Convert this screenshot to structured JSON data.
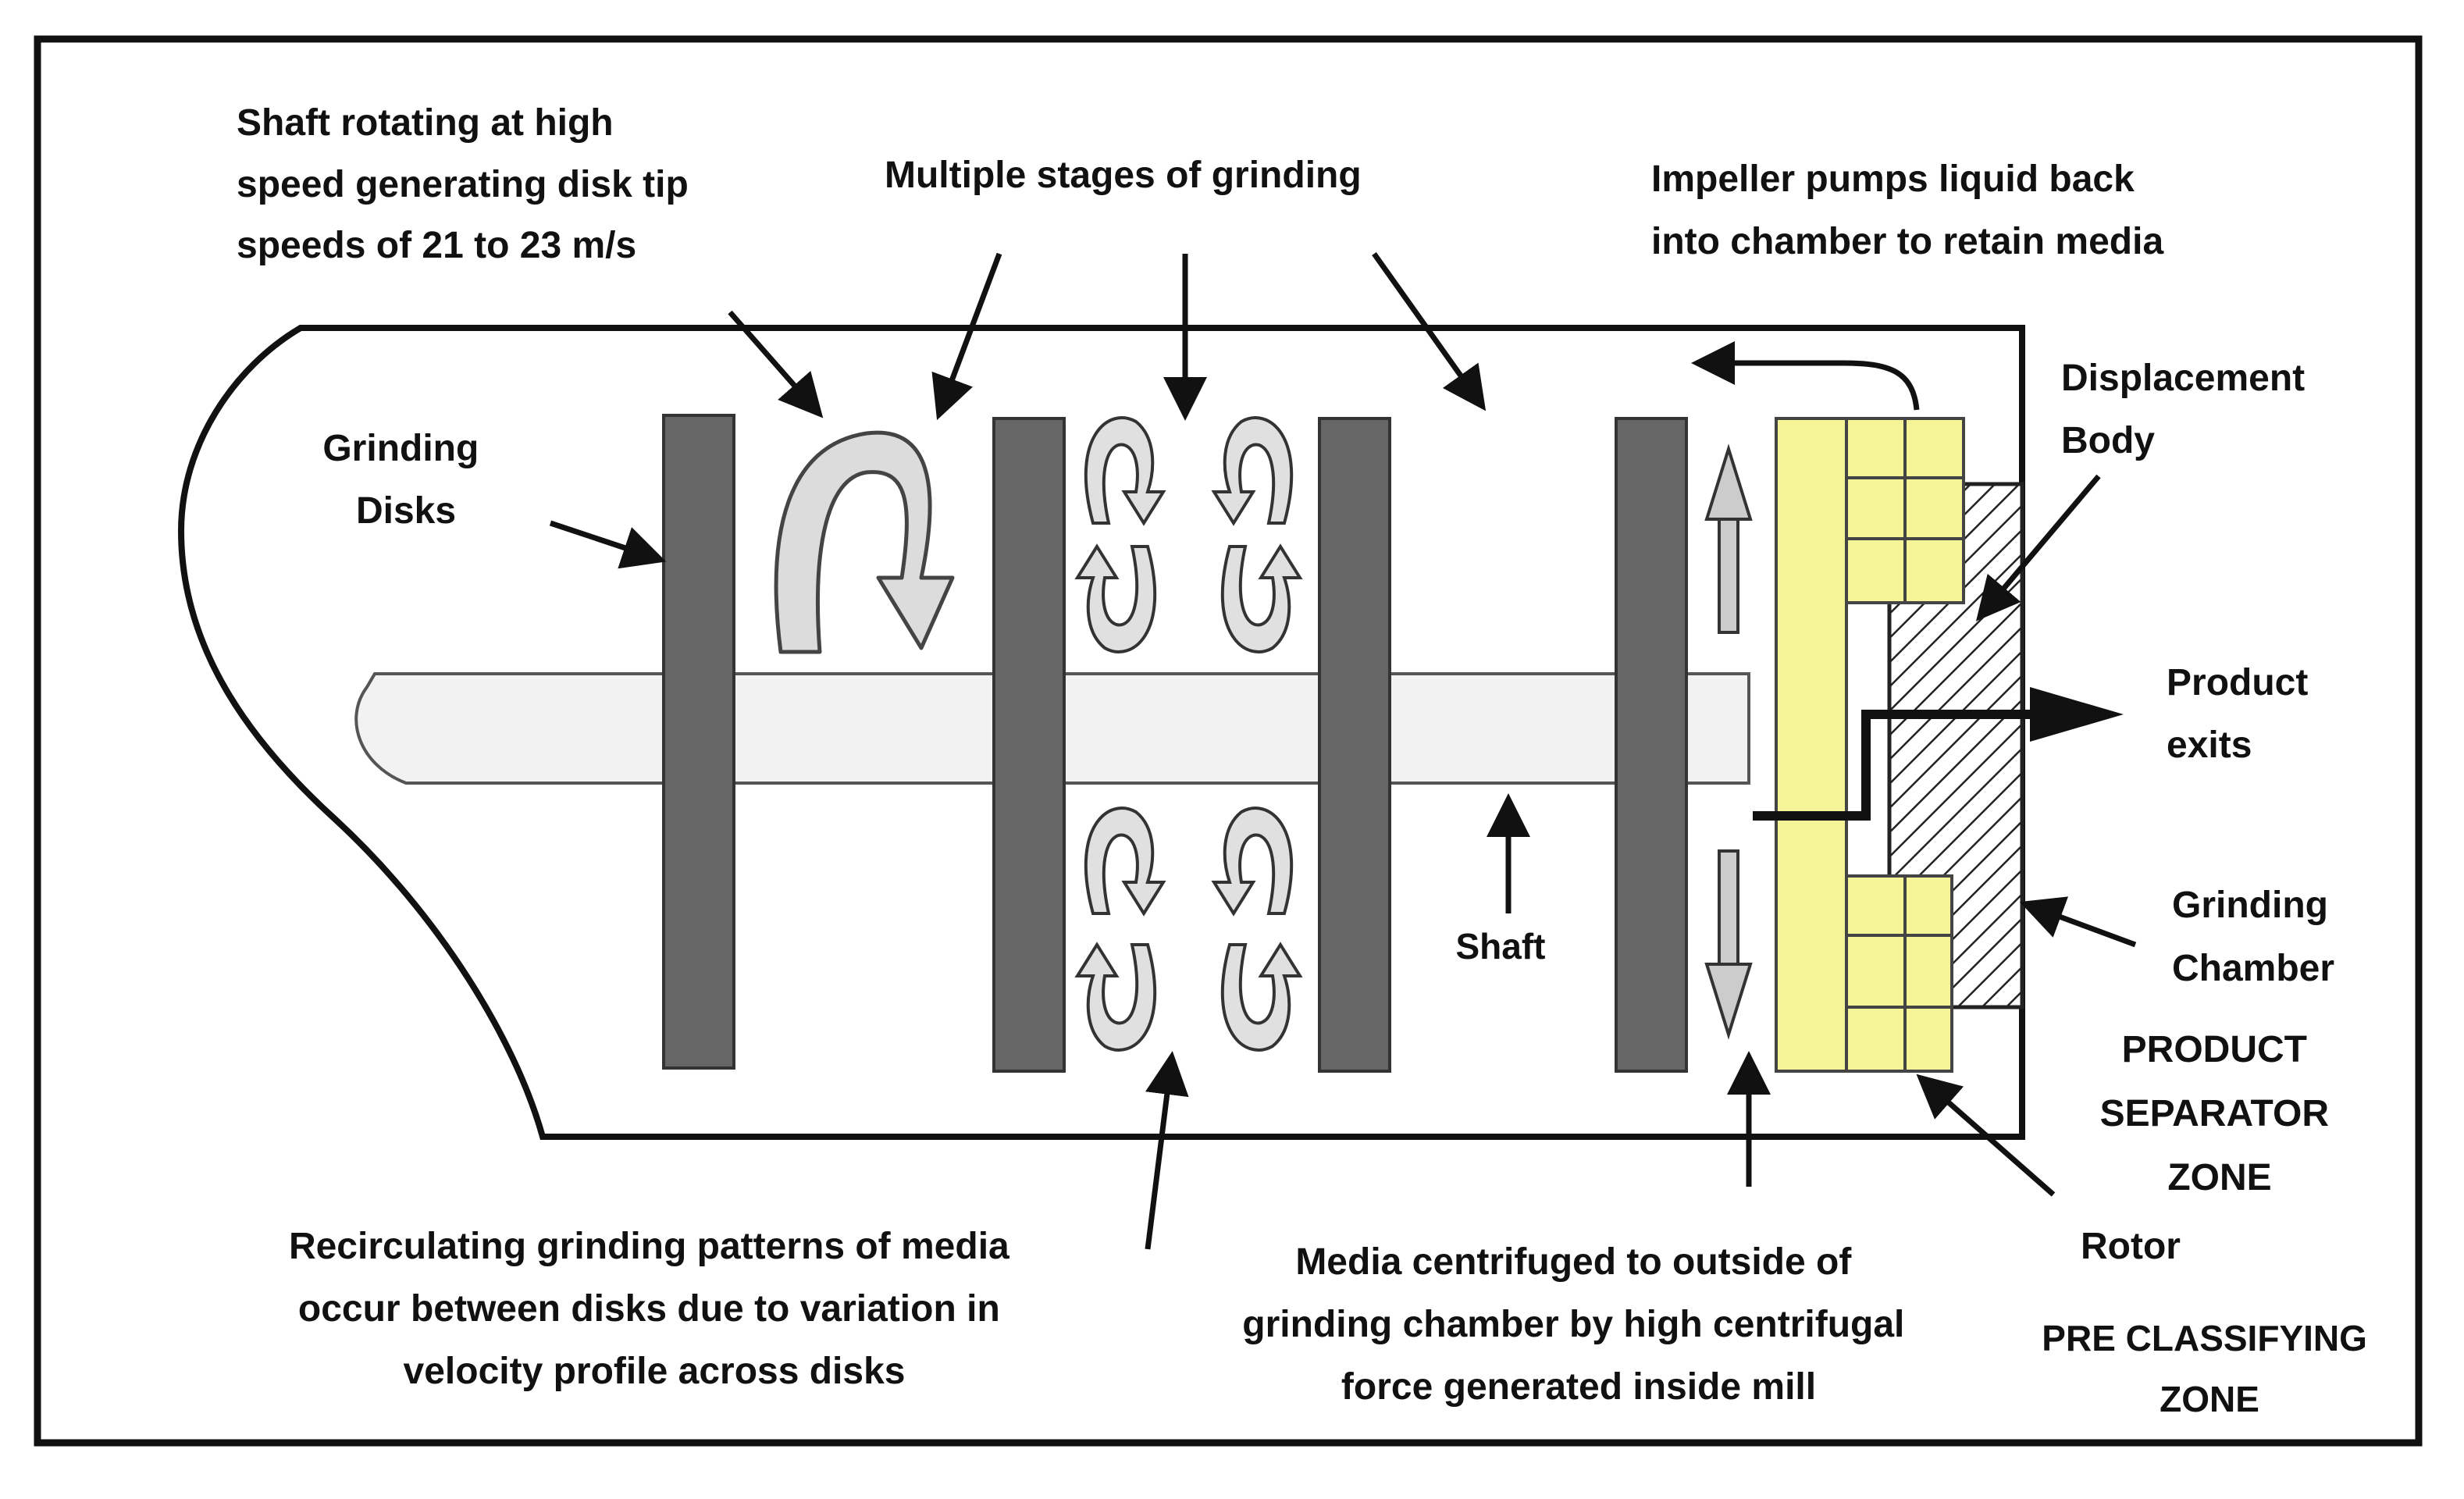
{
  "labels": {
    "shaft_rotating": [
      "Shaft rotating at high",
      "speed generating disk tip",
      "speeds of 21 to 23 m/s"
    ],
    "multiple_stages": [
      "Multiple stages of grinding"
    ],
    "impeller": [
      "Impeller pumps liquid back",
      "into chamber to retain media"
    ],
    "grinding_disks": [
      "Grinding",
      "Disks"
    ],
    "displacement_body": [
      "Displacement",
      "Body"
    ],
    "product_exits": [
      "Product",
      "exits"
    ],
    "shaft": [
      "Shaft"
    ],
    "grinding_chamber": [
      "Grinding",
      "Chamber"
    ],
    "product_separator_zone": [
      "PRODUCT",
      "SEPARATOR",
      "ZONE"
    ],
    "rotor": [
      "Rotor"
    ],
    "pre_classifying_zone": [
      "PRE CLASSIFYING",
      "ZONE"
    ],
    "recirculating": [
      "Recirculating grinding patterns of media",
      "occur between disks due to variation in",
      "velocity profile across disks"
    ],
    "media_centrifuged": [
      "Media centrifuged to outside of",
      "grinding chamber by high centrifugal",
      "force generated inside mill"
    ]
  },
  "colors": {
    "disk": "#666666",
    "rotor": "#f5f598",
    "shaft_fill": "#f2f2f2",
    "arrow_fill": "#e0e0e0",
    "line": "#111111"
  }
}
